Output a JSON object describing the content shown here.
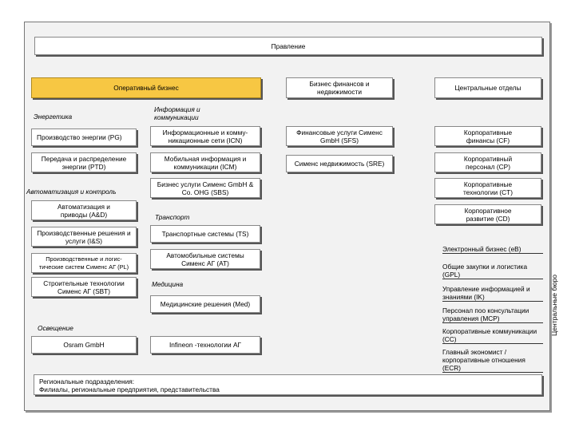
{
  "board": {
    "label": "Правление"
  },
  "columns": {
    "operative": "Оперативный бизнес",
    "finance": "Бизнес финансов и недвижимости",
    "central": "Центральные отделы"
  },
  "groups": {
    "energy": "Энергетика",
    "info": "Информация и коммуникации",
    "automation": "Автоматизация и контроль",
    "transport": "Транспорт",
    "medicine": "Медицина",
    "lighting": "Освещение"
  },
  "units": {
    "pg": "Производство энергии (PG)",
    "ptd": "Передача и распределение энергии (PTD)",
    "icn": "Информационные и комму-никационные сети (ICN)",
    "icm": "Мобильная информация и коммуникации (ICM)",
    "sbs": "Бизнес услуги Сименс GmbH & Co. OHG (SBS)",
    "ad": "Автоматизация и приводы (A&D)",
    "is": "Производственные решения и услуги (I&S)",
    "ts": "Транспортные системы (TS)",
    "pl": "Производственные и логис-тические систем Сименс АГ (PL)",
    "at": "Автомобильные системы Сименс АГ (AT)",
    "sbt": "Строительные технологии Сименс АГ (SBT)",
    "med": "Медицинские решения (Med)",
    "osram": "Osram GmbH",
    "infineon": "Infineon -технологии АГ",
    "sfs": "Финансовые услуги Сименс GmbH (SFS)",
    "sre": "Сименс недвижимость (SRE)",
    "cf": "Корпоративные финансы (CF)",
    "cp": "Корпоративный персонал (CP)",
    "ct": "Корпоративные технологии (CT)",
    "cd": "Корпоративное развитие (CD)"
  },
  "central_offices": {
    "title": "Центральные бюро",
    "items": [
      "Электронный бизнес (eB)",
      "Общие закупки и логистика (GPL)",
      "Управление информацией и знаниями (IK)",
      "Персонал поо консультации управления (MCP)",
      "Корпоративные коммуникации (CC)",
      "Главный экономист / корпоративные отношения (ECR)"
    ]
  },
  "regional": {
    "line1": "Региональные подразделения:",
    "line2": "Филиалы, региональные предприятия, представительства"
  }
}
